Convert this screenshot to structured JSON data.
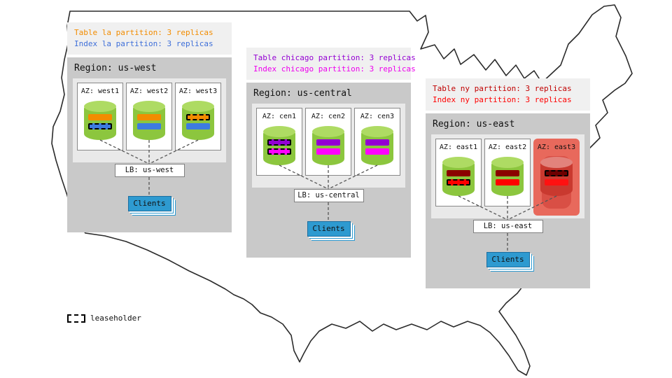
{
  "colors": {
    "region-bg": "#C9C9C9",
    "panel-bg": "#E9E9E9",
    "caption-bg": "#F0F0F0",
    "az-border": "#888888",
    "cyl-body": "#8CC63E",
    "cyl-top": "#AEDB63",
    "az-alert-bg": "#E8695C",
    "clients-bg": "#2E9AD0",
    "clients-border": "#1C6EA0",
    "connector": "#555555",
    "map-outline": "#2B2B2B"
  },
  "legend": {
    "label": "leaseholder"
  },
  "regions": [
    {
      "title": "Region: us-west",
      "caption": [
        {
          "text": "Table la partition: 3 replicas",
          "color": "#F28C00"
        },
        {
          "text": "Index la partition: 3 replicas",
          "color": "#3E6FD9"
        }
      ],
      "azs": [
        {
          "label": "AZ: west1",
          "alert": false,
          "bars": [
            {
              "color": "#F28C00",
              "dashed": false
            },
            {
              "color": "#3D7BE0",
              "dashed": true
            }
          ]
        },
        {
          "label": "AZ: west2",
          "alert": false,
          "bars": [
            {
              "color": "#F28C00",
              "dashed": false
            },
            {
              "color": "#3D7BE0",
              "dashed": false
            }
          ]
        },
        {
          "label": "AZ: west3",
          "alert": false,
          "bars": [
            {
              "color": "#F28C00",
              "dashed": true
            },
            {
              "color": "#3D7BE0",
              "dashed": false
            }
          ]
        }
      ],
      "lb_label": "LB: us-west",
      "clients_label": "Clients"
    },
    {
      "title": "Region: us-central",
      "caption": [
        {
          "text": "Table chicago partition: 3 replicas",
          "color": "#9400D3"
        },
        {
          "text": "Index chicago partition: 3 replicas",
          "color": "#EE00EE"
        }
      ],
      "azs": [
        {
          "label": "AZ: cen1",
          "alert": false,
          "bars": [
            {
              "color": "#9400D3",
              "dashed": true
            },
            {
              "color": "#FF00FF",
              "dashed": true
            }
          ]
        },
        {
          "label": "AZ: cen2",
          "alert": false,
          "bars": [
            {
              "color": "#9400D3",
              "dashed": false
            },
            {
              "color": "#FF00FF",
              "dashed": false
            }
          ]
        },
        {
          "label": "AZ: cen3",
          "alert": false,
          "bars": [
            {
              "color": "#9400D3",
              "dashed": false
            },
            {
              "color": "#FF00FF",
              "dashed": false
            }
          ]
        }
      ],
      "lb_label": "LB: us-central",
      "clients_label": "Clients"
    },
    {
      "title": "Region: us-east",
      "caption": [
        {
          "text": "Table ny partition: 3 replicas",
          "color": "#C00000"
        },
        {
          "text": "Index ny partition: 3 replicas",
          "color": "#FF0000"
        }
      ],
      "azs": [
        {
          "label": "AZ: east1",
          "alert": false,
          "bars": [
            {
              "color": "#8B0000",
              "dashed": false
            },
            {
              "color": "#FF0000",
              "dashed": true
            }
          ]
        },
        {
          "label": "AZ: east2",
          "alert": false,
          "bars": [
            {
              "color": "#8B0000",
              "dashed": false
            },
            {
              "color": "#FF0000",
              "dashed": false
            }
          ]
        },
        {
          "label": "AZ: east3",
          "alert": true,
          "cylinder": {
            "body": "#C9392F",
            "top": "#E2837C"
          },
          "bars": [
            {
              "color": "#6E0000",
              "dashed": true
            },
            {
              "color": "#FF1111",
              "dashed": false
            }
          ]
        }
      ],
      "lb_label": "LB: us-east",
      "clients_label": "Clients"
    }
  ]
}
